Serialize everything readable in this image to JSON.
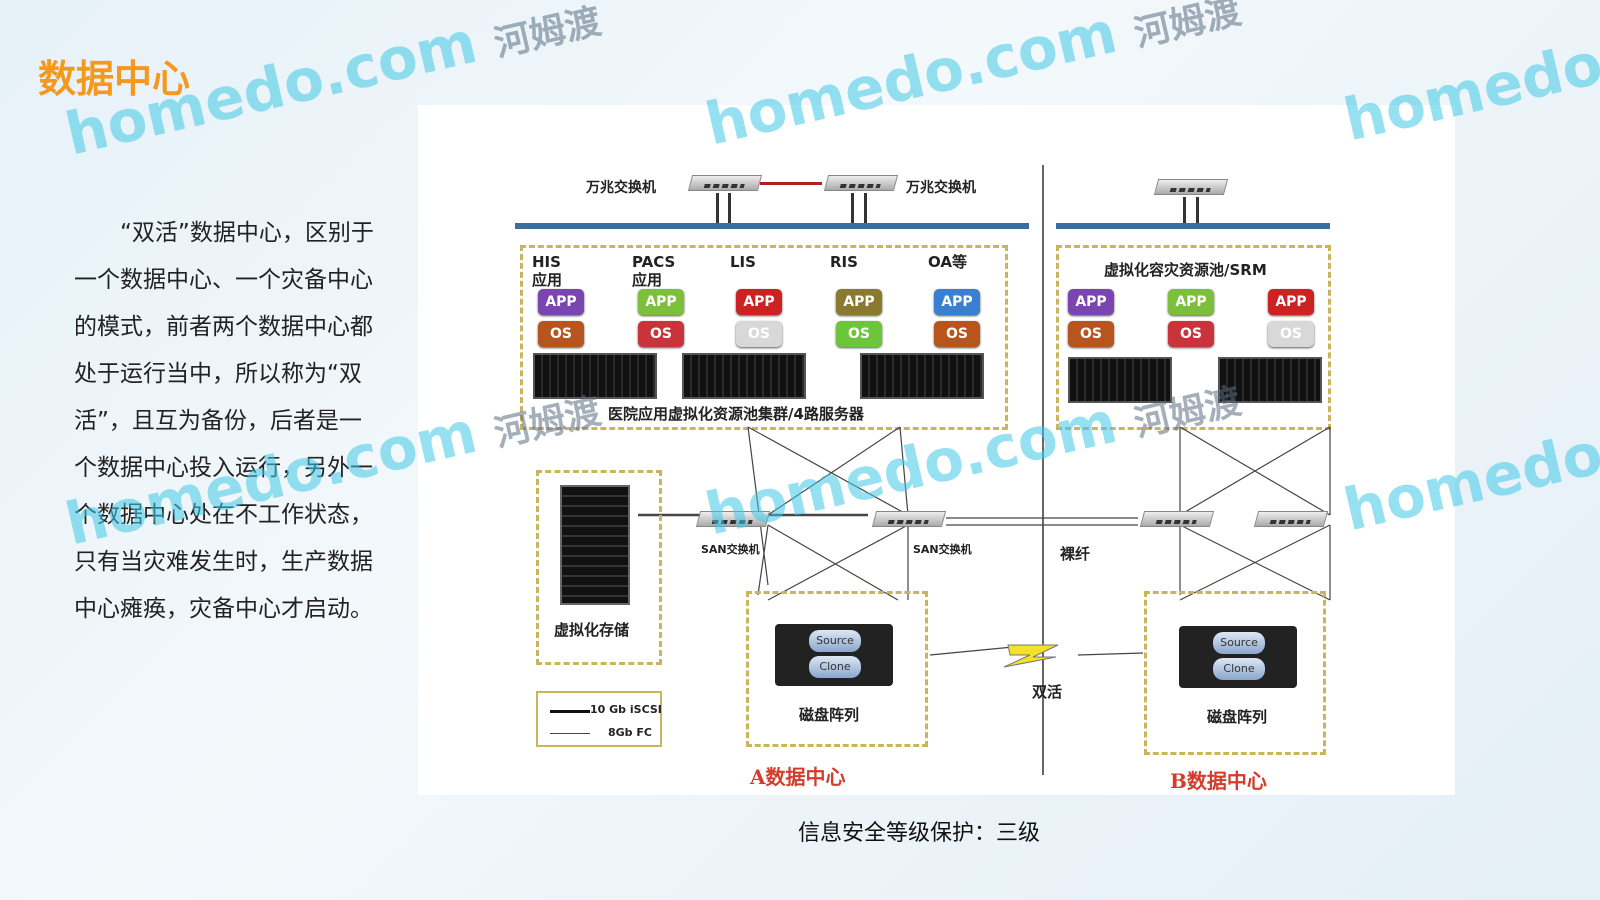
{
  "slide": {
    "title": "数据中心",
    "body": "“双活”数据中心，区别于一个数据中心、一个灾备中心的模式，前者两个数据中心都处于运行当中，所以称为“双活”，且互为备份，后者是一个数据中心投入运行，另外一个数据中心处在不工作状态，只有当灾难发生时，生产数据中心瘫痪，灾备中心才启动。",
    "caption": "信息安全等级保护：三级"
  },
  "watermark": {
    "text": "homedo.com",
    "cn": "河姆渡"
  },
  "diagram": {
    "switch_left": "万兆交换机",
    "switch_right": "万兆交换机",
    "apps": [
      {
        "name": "HIS\n应用",
        "app": "APP",
        "os": "OS",
        "app_color": "#7a45b0",
        "os_color": "#b8541e"
      },
      {
        "name": "PACS\n应用",
        "app": "APP",
        "os": "OS",
        "app_color": "#7cbf3a",
        "os_color": "#c8343a"
      },
      {
        "name": "LIS",
        "app": "APP",
        "os": "OS",
        "app_color": "#cc2222",
        "os_color": "#d8d8d8"
      },
      {
        "name": "RIS",
        "app": "APP",
        "os": "OS",
        "app_color": "#8a7a30",
        "os_color": "#6cc63a"
      },
      {
        "name": "OA等",
        "app": "APP",
        "os": "OS",
        "app_color": "#3a7fd0",
        "os_color": "#b8541e"
      }
    ],
    "cluster_label": "医院应用虚拟化资源池集群/4路服务器",
    "b_pool_label": "虚拟化容灾资源池/SRM",
    "b_apps": [
      {
        "app": "APP",
        "os": "OS",
        "app_color": "#7a45b0",
        "os_color": "#b8541e"
      },
      {
        "app": "APP",
        "os": "OS",
        "app_color": "#7cbf3a",
        "os_color": "#c8343a"
      },
      {
        "app": "APP",
        "os": "OS",
        "app_color": "#cc2222",
        "os_color": "#d8d8d8"
      }
    ],
    "storage_label": "虚拟化存储",
    "san1": "SAN交换机",
    "san2": "SAN交换机",
    "fiber": "裸纤",
    "disk_a": "磁盘阵列",
    "disk_b": "磁盘阵列",
    "source": "Source",
    "clone": "Clone",
    "active": "双活",
    "legend": {
      "iscsi": "10 Gb iSCSI",
      "fc": "8Gb FC"
    },
    "dc_a": "A数据中心",
    "dc_b": "B数据中心"
  }
}
